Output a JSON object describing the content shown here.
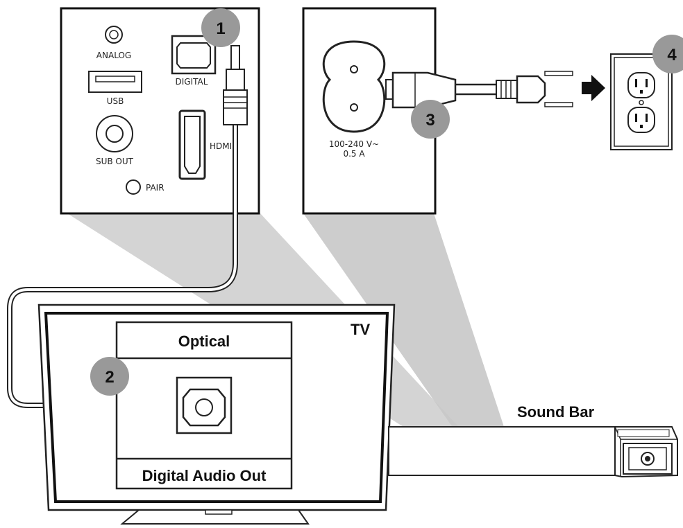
{
  "panel_left": {
    "analog": "ANALOG",
    "usb": "USB",
    "digital": "DIGITAL",
    "hdmi": "HDMI",
    "sub_out": "SUB OUT",
    "pair": "PAIR"
  },
  "panel_power": {
    "voltage": "100-240 V~",
    "current": "0.5 A"
  },
  "tv": {
    "label": "TV",
    "optical_header": "Optical",
    "digital_audio_out": "Digital Audio Out"
  },
  "sound_bar_label": "Sound Bar",
  "steps": [
    "1",
    "2",
    "3",
    "4"
  ]
}
